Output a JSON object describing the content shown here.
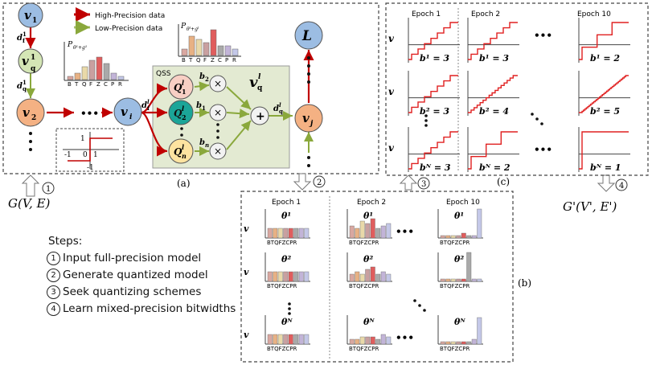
{
  "legend": {
    "high": "High-Precision data",
    "low": "Low-Precision data"
  },
  "graph": {
    "nodes": {
      "v1": "v",
      "v1q": "v",
      "v2": "v",
      "vi": "v",
      "vj": "v",
      "L": "L"
    },
    "qss_label": "QSS",
    "q_nodes": [
      "Q",
      "Q",
      "Q"
    ],
    "branch_labels": [
      "b",
      "b",
      "b"
    ],
    "ops": {
      "times": "×",
      "plus": "+"
    },
    "ellipsis": "•••"
  },
  "mini_chart_1": {
    "ylabel": "P",
    "categories": [
      "B",
      "T",
      "Q",
      "F",
      "Z",
      "C",
      "P",
      "R"
    ],
    "values": [
      1,
      2,
      4,
      6,
      7,
      5,
      2,
      1
    ]
  },
  "mini_chart_2": {
    "ylabel": "P",
    "categories": [
      "B",
      "T",
      "Q",
      "F",
      "Z",
      "C",
      "P",
      "R"
    ],
    "values": [
      2,
      6,
      5,
      4,
      8,
      3,
      3,
      2
    ]
  },
  "step_fn": {
    "labels": [
      "1",
      "-1",
      "0",
      "1",
      "-1"
    ]
  },
  "panel_labels": {
    "a": "(a)",
    "b": "(b)",
    "c": "(c)"
  },
  "bottom_left": "G(V, E)",
  "bottom_right": "G'(V', E')",
  "circle_nums": [
    "1",
    "2",
    "3",
    "4"
  ],
  "steps": {
    "title": "Steps:",
    "items": [
      {
        "num": "1",
        "text": "Input full-precision model"
      },
      {
        "num": "2",
        "text": "Generate quantized model"
      },
      {
        "num": "3",
        "text": "Seek quantizing schemes"
      },
      {
        "num": "4",
        "text": "Learn mixed-precision bitwidths"
      }
    ]
  },
  "panel_c": {
    "epochs": [
      "Epoch 1",
      "Epoch 2",
      "Epoch 10"
    ],
    "rows": [
      {
        "label": "v",
        "bits": [
          "b¹ = 3",
          "b¹ = 3",
          "b¹ = 2"
        ]
      },
      {
        "label": "v",
        "bits": [
          "b² = 3",
          "b² = 4",
          "b² = 5"
        ]
      },
      {
        "label": "v",
        "bits": [
          "bᴺ = 3",
          "bᴺ = 2",
          "bᴺ = 1"
        ]
      }
    ]
  },
  "panel_b": {
    "epochs": [
      "Epoch 1",
      "Epoch 2",
      "Epoch 10"
    ],
    "categories": [
      "B",
      "T",
      "Q",
      "F",
      "Z",
      "C",
      "P",
      "R"
    ],
    "theta_labels": [
      "θ¹",
      "θ²",
      "θᴺ"
    ],
    "colors": [
      "#d9a7a0",
      "#e8b184",
      "#e9d9a9",
      "#c9a0a0",
      "#e05d5d",
      "#a9a9a9",
      "#c2b4d8",
      "#c4c8e8"
    ],
    "rows": [
      {
        "epochs": [
          [
            4,
            4,
            4,
            4,
            4,
            4,
            4,
            4
          ],
          [
            5,
            4,
            7,
            6,
            8,
            4,
            5,
            6
          ],
          [
            1,
            1,
            1,
            1,
            2,
            1,
            1,
            12
          ]
        ]
      },
      {
        "epochs": [
          [
            4,
            4,
            4,
            4,
            4,
            4,
            4,
            4
          ],
          [
            3,
            4,
            3,
            5,
            6,
            3,
            4,
            3
          ],
          [
            1,
            1,
            1,
            1,
            1,
            12,
            1,
            1
          ]
        ]
      },
      {
        "epochs": [
          [
            4,
            4,
            4,
            4,
            4,
            4,
            4,
            4
          ],
          [
            2,
            2,
            3,
            3,
            3,
            2,
            4,
            3
          ],
          [
            1,
            1,
            1,
            1,
            1,
            1,
            2,
            11
          ]
        ]
      }
    ]
  }
}
